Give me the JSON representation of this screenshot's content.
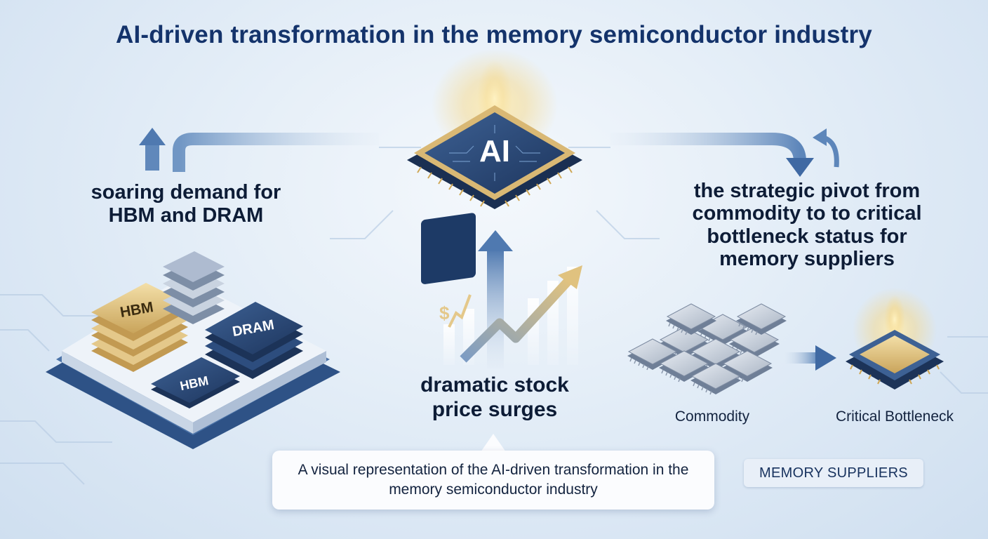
{
  "title": "AI-driven transformation in the memory semiconductor industry",
  "ai_chip": {
    "label": "AI"
  },
  "left_node": {
    "caption": "soaring demand for HBM and DRAM",
    "chip_labels": [
      "HBM",
      "DRAM",
      "HBM"
    ]
  },
  "center_node": {
    "caption": "dramatic stock price surges",
    "icon_symbol": "$"
  },
  "right_node": {
    "caption": "the strategic pivot from commodity to to critical bottleneck status for memory suppliers",
    "commodity_label": "Commodity",
    "critical_label": "Critical Bottleneck",
    "badge": "MEMORY SUPPLIERS"
  },
  "callout": {
    "text": "A visual representation of the AI-driven transformation in the memory semiconductor industry"
  },
  "colors": {
    "title": "#14336b",
    "chip_navy": "#1f3c6b",
    "gold": "#e2c27a",
    "arrow_blue": "#5d86ba",
    "background": "#e3edf7"
  },
  "icons": [
    "arrow-up-icon",
    "curved-arrow-icon",
    "stock-chart-icon",
    "dollar-trend-icon",
    "refresh-arrow-icon"
  ]
}
